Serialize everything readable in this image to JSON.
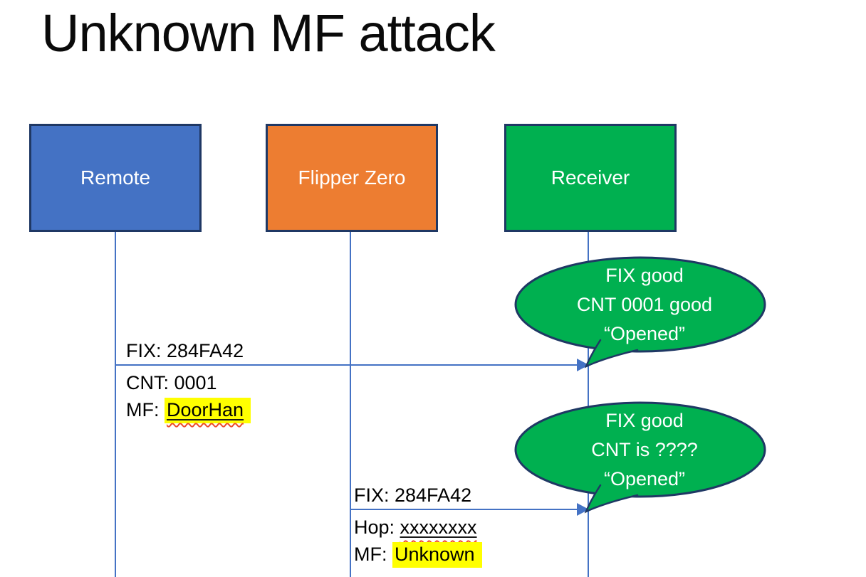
{
  "title": "Unknown MF attack",
  "colors": {
    "actor_blue": "#4472C4",
    "actor_orange": "#ED7D31",
    "actor_green": "#00B050",
    "shape_border_navy": "#1F3864",
    "connector_blue": "#4472C4",
    "highlight_yellow": "#FFFF00",
    "spellcheck_red": "#ED4C2B",
    "text_black": "#000000",
    "text_white": "#FFFFFF"
  },
  "actors": [
    {
      "id": "remote",
      "label": "Remote",
      "fill": "#4472C4"
    },
    {
      "id": "flipper-zero",
      "label": "Flipper Zero",
      "fill": "#ED7D31"
    },
    {
      "id": "receiver",
      "label": "Receiver",
      "fill": "#00B050"
    }
  ],
  "messages": [
    {
      "from": "remote",
      "to": "receiver",
      "above_line": "FIX: 284FA42",
      "below_line1": "CNT: 0001",
      "below_line2_prefix": "MF: ",
      "below_line2_value": "DoorHan"
    },
    {
      "from": "flipper-zero",
      "to": "receiver",
      "above_line": "FIX: 284FA42",
      "below_line1_prefix": "Hop: ",
      "below_line1_value": "xxxxxxxx",
      "below_line2_prefix": "MF: ",
      "below_line2_value": "Unknown"
    }
  ],
  "callouts": [
    {
      "fill": "#00B050",
      "lines": [
        "FIX good",
        "CNT 0001 good",
        "“Opened”"
      ]
    },
    {
      "fill": "#00B050",
      "lines": [
        "FIX good",
        "CNT is ????",
        "“Opened”"
      ]
    }
  ]
}
